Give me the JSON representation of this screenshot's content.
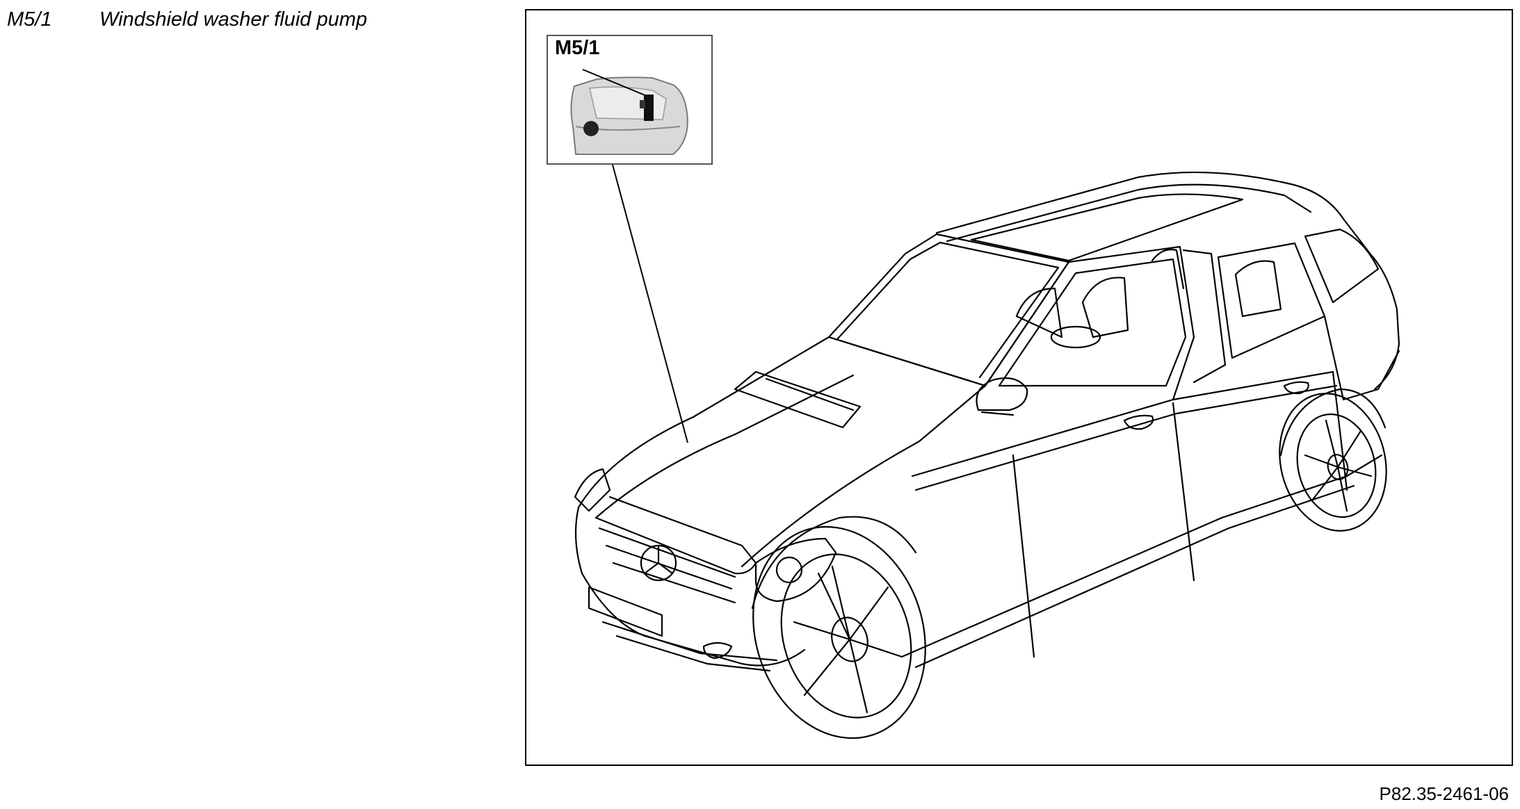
{
  "legend": {
    "code": "M5/1",
    "description": "Windshield washer fluid pump"
  },
  "callout": {
    "label": "M5/1"
  },
  "figure_ref": "P82.35-2461-06"
}
